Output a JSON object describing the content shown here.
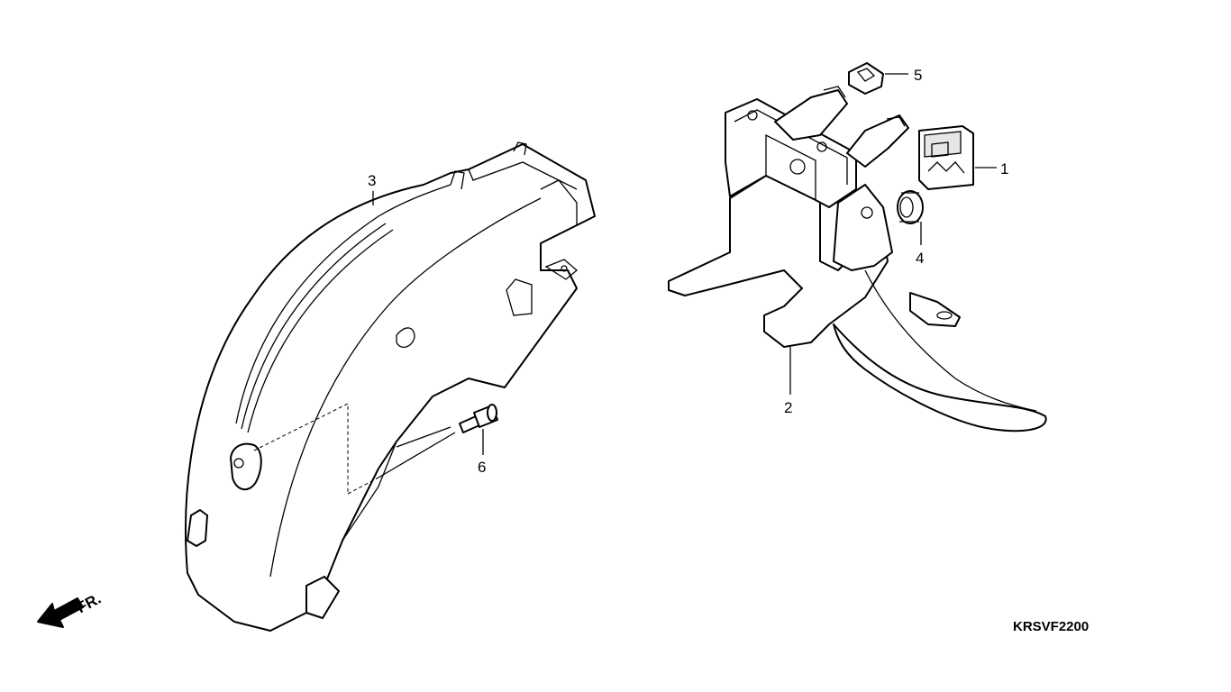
{
  "diagram": {
    "drawing_code": "KRSVF2200",
    "front_indicator": "FR.",
    "callouts": [
      {
        "id": "1",
        "label": "1"
      },
      {
        "id": "2",
        "label": "2"
      },
      {
        "id": "3",
        "label": "3"
      },
      {
        "id": "4",
        "label": "4"
      },
      {
        "id": "5",
        "label": "5"
      },
      {
        "id": "6",
        "label": "6"
      }
    ]
  }
}
